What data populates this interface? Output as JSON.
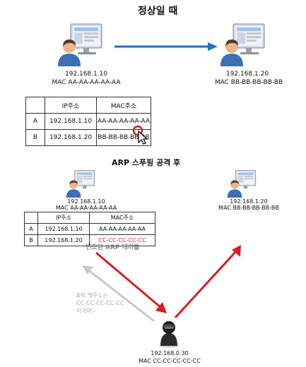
{
  "titles": {
    "normal": "정상일 때",
    "attack": "ARP 스푸핑 공격 후"
  },
  "normal": {
    "host_a": {
      "ip": "192.168.1.10",
      "mac": "MAC  AA-AA-AA-AA-AA"
    },
    "host_b": {
      "ip": "192.168.1.20",
      "mac": "MAC BB-BB-BB-BB-BB"
    },
    "table": {
      "headers": [
        "",
        "IP주소",
        "MAC주소"
      ],
      "rows": [
        [
          "A",
          "192.168.1.10",
          "AA-AA-AA-AA-AA"
        ],
        [
          "B",
          "192.168.1.20",
          "BB-BB-BB-BB-BB"
        ]
      ]
    }
  },
  "attack": {
    "host_a": {
      "ip": "192.168.1.10",
      "mac": "MAC  AA-AA-AA-AA-AA"
    },
    "host_b": {
      "ip": "192.168.1.20",
      "mac": "MAC BB-BB-BB-BB-BB"
    },
    "attacker": {
      "ip": "192.168.0.30",
      "mac": "MAC  CC-CC-CC-CC-CC"
    },
    "table": {
      "headers": [
        "",
        "IP주소",
        "MAC주소"
      ],
      "rows": [
        [
          "A",
          "192.168.1.10",
          "AA-AA-AA-AA-AA"
        ],
        [
          "B",
          "192.168.1.20",
          "CC-CC-CC-CC-CC"
        ]
      ]
    },
    "table_caption": "변조된 ARP 테이블",
    "spoof_note": [
      "B의 맥주소는",
      "CC-CC-CC-CC-CC",
      "이거야~"
    ]
  },
  "colors": {
    "normal_arrow": "#1f6fc4",
    "attack_arrow": "#d81e1e",
    "spoof_arrow": "#c8c8c8",
    "spoofed_text": "#e0262c"
  },
  "icons": {
    "host": "computer-user-icon",
    "attacker": "hacker-icon",
    "cursor": "mouse-pointer-icon"
  }
}
